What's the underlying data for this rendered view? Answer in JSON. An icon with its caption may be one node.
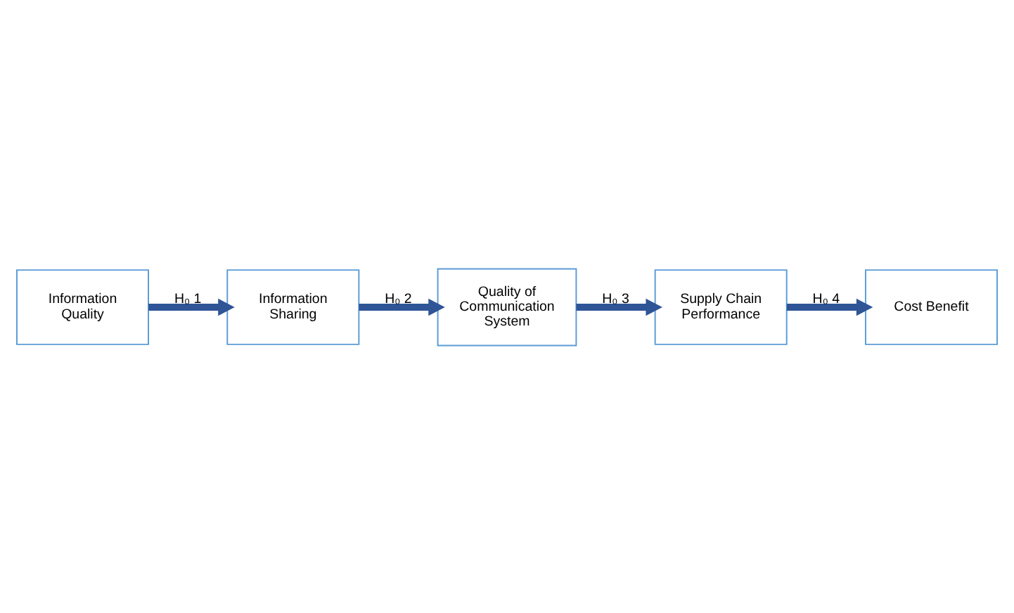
{
  "diagram": {
    "nodes": [
      {
        "text": [
          "Information Quality"
        ]
      },
      {
        "text": [
          "Information Sharing"
        ]
      },
      {
        "text": [
          "Quality of Communication System"
        ]
      },
      {
        "text": [
          "Supply Chain Performance"
        ]
      },
      {
        "text": [
          "Cost Benefit"
        ]
      }
    ],
    "edges": [
      {
        "from": 0,
        "to": 1,
        "arrow": "to",
        "label": "H₀ 1"
      },
      {
        "from": 1,
        "to": 2,
        "arrow": "to",
        "label": "H₀ 2"
      },
      {
        "from": 2,
        "to": 3,
        "arrow": "to",
        "label": "H₀ 3"
      },
      {
        "from": 3,
        "to": 4,
        "arrow": "to",
        "label": "H₀ 4"
      }
    ]
  }
}
